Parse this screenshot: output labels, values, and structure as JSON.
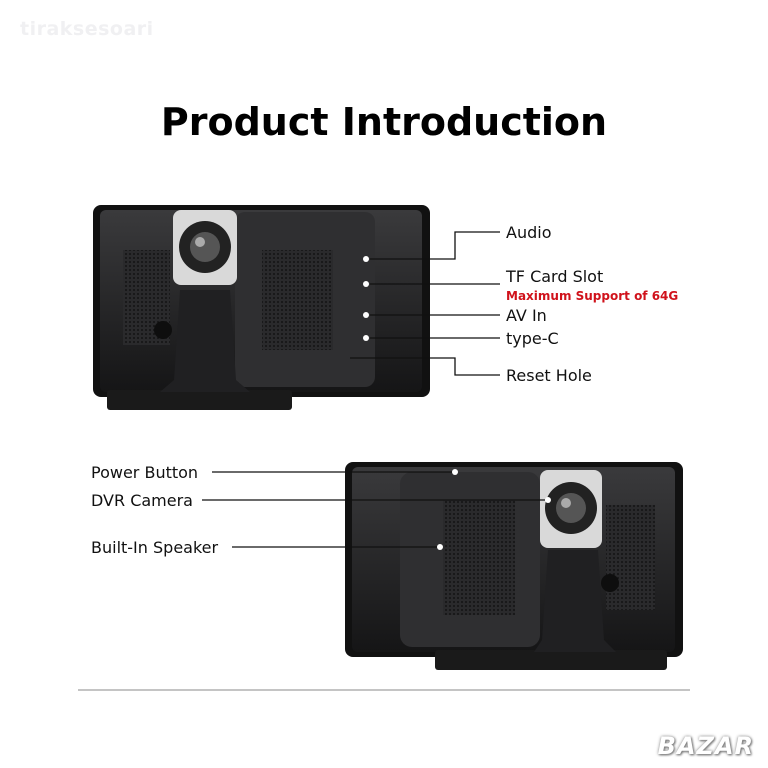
{
  "watermark": "tiraksesoari",
  "title": "Product Introduction",
  "top_labels": {
    "audio": "Audio",
    "tf_card": "TF Card Slot",
    "tf_card_note": "Maximum Support of 64G",
    "av_in": "AV In",
    "type_c": "type-C",
    "reset": "Reset Hole"
  },
  "bottom_labels": {
    "power": "Power Button",
    "dvr": "DVR Camera",
    "speaker": "Built-In Speaker"
  },
  "logo": "BAZAR",
  "colors": {
    "note": "#d0121b",
    "device": "#1c1c1e"
  }
}
